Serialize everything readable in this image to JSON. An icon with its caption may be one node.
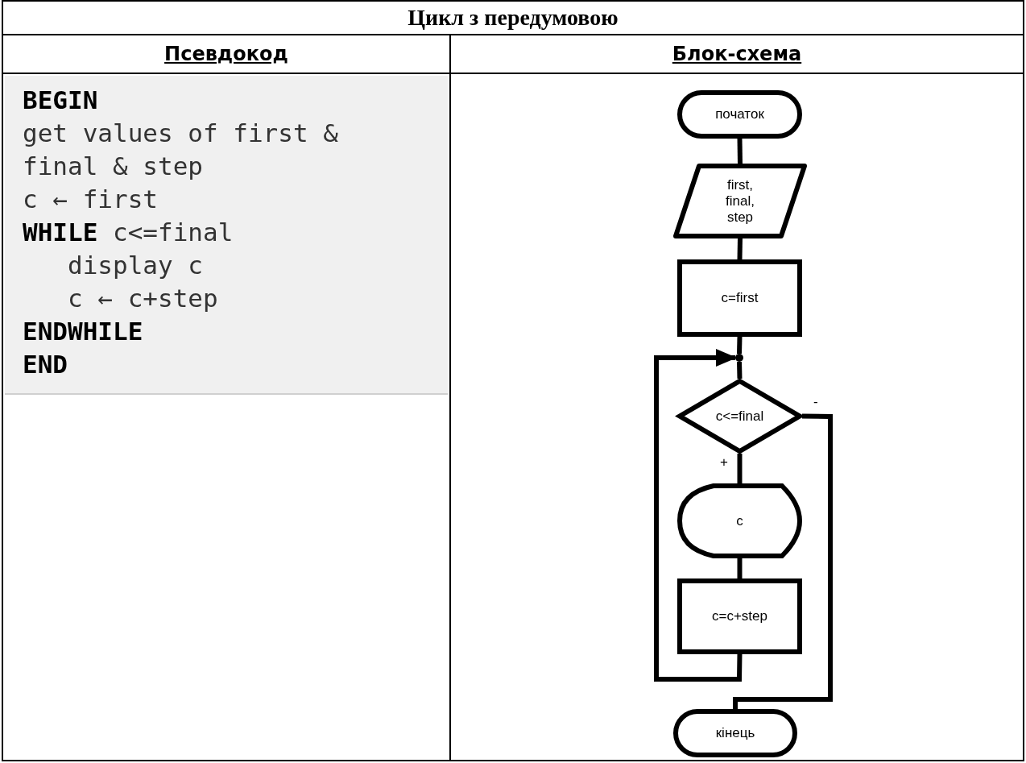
{
  "diagram": {
    "title": "Цикл з передумовою",
    "nodes": [
      {
        "text": [
          "початок"
        ]
      },
      {
        "text": [
          "first, final, step"
        ]
      },
      {
        "text": [
          "c=first"
        ]
      },
      {
        "text": [],
        "shape": "circle"
      },
      {
        "text": [
          "c<=final"
        ]
      },
      {
        "text": [
          "c"
        ]
      },
      {
        "text": [
          "c=c+step"
        ]
      },
      {
        "text": [
          "кінець"
        ]
      }
    ],
    "edges": [
      {
        "from": 0,
        "to": 1,
        "arrow": "none"
      },
      {
        "from": 1,
        "to": 2,
        "arrow": "none"
      },
      {
        "from": 2,
        "to": 3,
        "arrow": "none"
      },
      {
        "from": 3,
        "to": 4,
        "arrow": "none"
      },
      {
        "from": 4,
        "to": 5,
        "arrow": "none",
        "label": "+"
      },
      {
        "from": 5,
        "to": 6,
        "arrow": "none"
      },
      {
        "from": 6,
        "to": 3,
        "arrow": "to"
      },
      {
        "from": 4,
        "to": 7,
        "arrow": "none",
        "label": "-"
      }
    ],
    "labels": [
      "Псевдокод",
      "Блок-схема",
      "BEGIN",
      "get values of first & final & step",
      "c ← first",
      "**WHILE** c<=final",
      "display c",
      "c ← c+step",
      "ENDWHILE",
      "END"
    ]
  }
}
